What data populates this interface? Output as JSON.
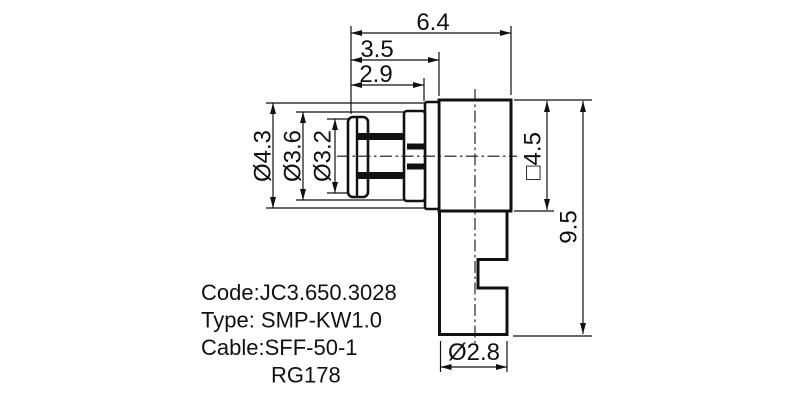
{
  "dims": {
    "total_width": "6.4",
    "body_offset": "3.5",
    "flange_offset": "2.9",
    "flange_dia": "Ø4.3",
    "insulator_dia": "Ø3.6",
    "interface_dia": "Ø3.2",
    "body_square": "□4.5",
    "total_height": "9.5",
    "leg_dia": "Ø2.8"
  },
  "notes": {
    "line1": "Code:JC3.650.3028",
    "line2": "Type: SMP-KW1.0",
    "line3": "Cable:SFF-50-1",
    "line4": "RG178"
  },
  "colors": {
    "ink": "#111111",
    "background": "#ffffff"
  }
}
